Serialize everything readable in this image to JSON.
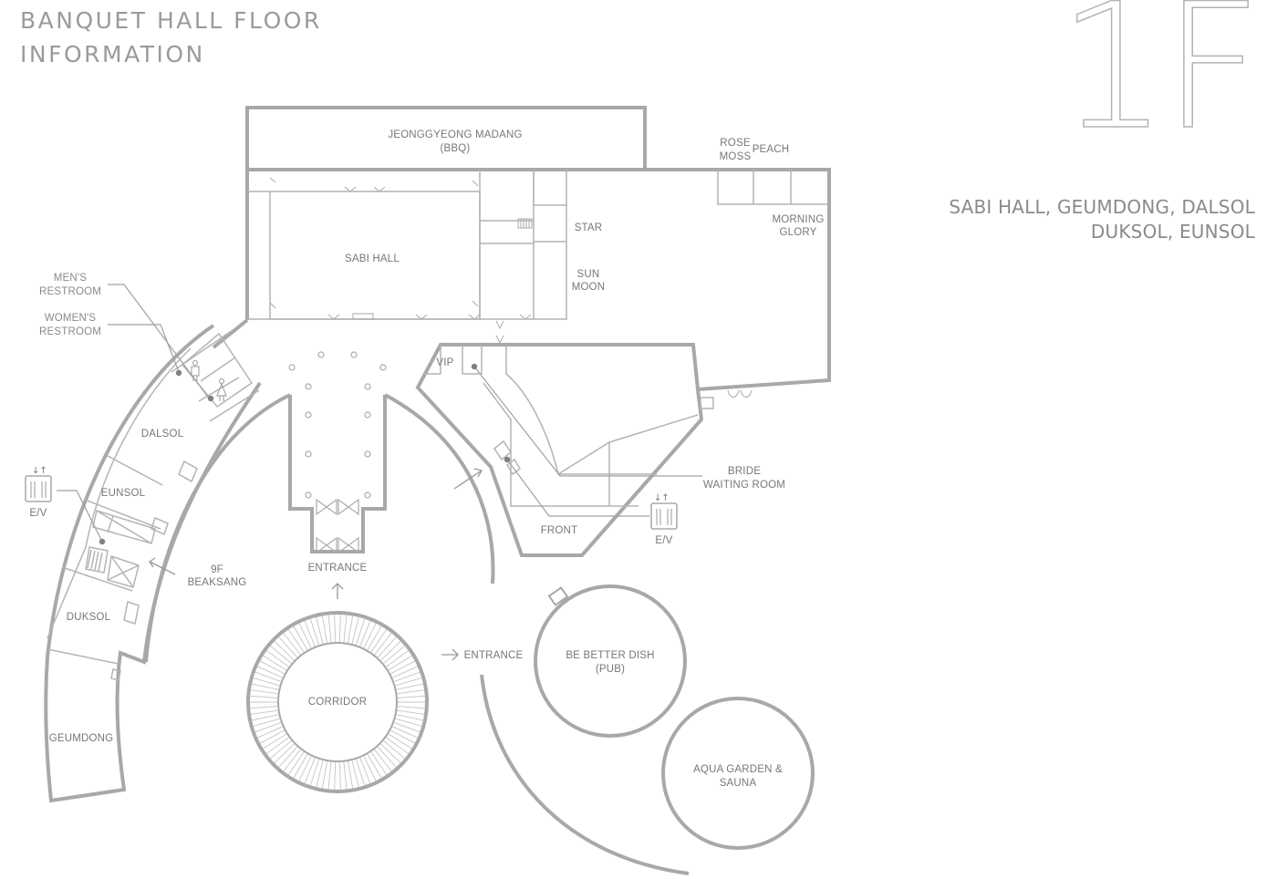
{
  "header": {
    "title_line1": "BANQUET HALL FLOOR",
    "title_line2": "INFORMATION",
    "floor": "1F",
    "halls_line1": "SABI HALL, GEUMDONG, DALSOL",
    "halls_line2": "DUKSOL, EUNSOL"
  },
  "rooms": {
    "jeonggyeong_l1": "JEONGGYEONG MADANG",
    "jeonggyeong_l2": "(BBQ)",
    "sabi_hall": "SABI HALL",
    "star": "STAR",
    "sun_moon_l1": "SUN",
    "sun_moon_l2": "MOON",
    "rose_moss_l1": "ROSE",
    "rose_moss_l2": "MOSS",
    "peach": "PEACH",
    "morning_glory_l1": "MORNING",
    "morning_glory_l2": "GLORY",
    "vip": "VIP",
    "bride_l1": "BRIDE",
    "bride_l2": "WAITING ROOM",
    "front": "FRONT",
    "ev_right": "E/V",
    "ev_left": "E/V",
    "mens_l1": "MEN'S",
    "mens_l2": "RESTROOM",
    "womens_l1": "WOMEN'S",
    "womens_l2": "RESTROOM",
    "dalsol": "DALSOL",
    "eunsol": "EUNSOL",
    "duksol": "DUKSOL",
    "geumdong": "GEUMDONG",
    "beaksang_l1": "9F",
    "beaksang_l2": "BEAKSANG",
    "entrance_top": "ENTRANCE",
    "entrance_right": "ENTRANCE",
    "corridor": "CORRIDOR",
    "pub_l1": "BE BETTER DISH",
    "pub_l2": "(PUB)",
    "aqua_l1": "AQUA GARDEN &",
    "aqua_l2": "SAUNA"
  }
}
